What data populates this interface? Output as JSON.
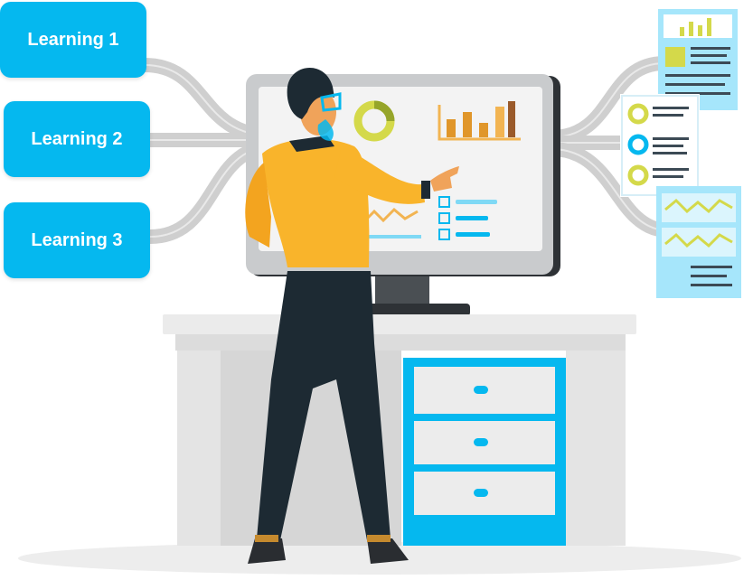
{
  "learning_items": [
    {
      "label": "Learning 1"
    },
    {
      "label": "Learning 2"
    },
    {
      "label": "Learning 3"
    }
  ],
  "colors": {
    "accent_blue": "#05b8ef",
    "shirt_yellow": "#f9b42b",
    "pants_dark": "#1d2a33",
    "desk_grey": "#e2e2e2",
    "monitor_frame": "#c9cbcd",
    "chart_orange": "#e0962a",
    "panel_light_blue": "#a6e6fb"
  },
  "icons": [
    "donut-chart-icon",
    "bar-chart-icon",
    "line-chart-icon",
    "checklist-icon",
    "report-document-icon"
  ]
}
